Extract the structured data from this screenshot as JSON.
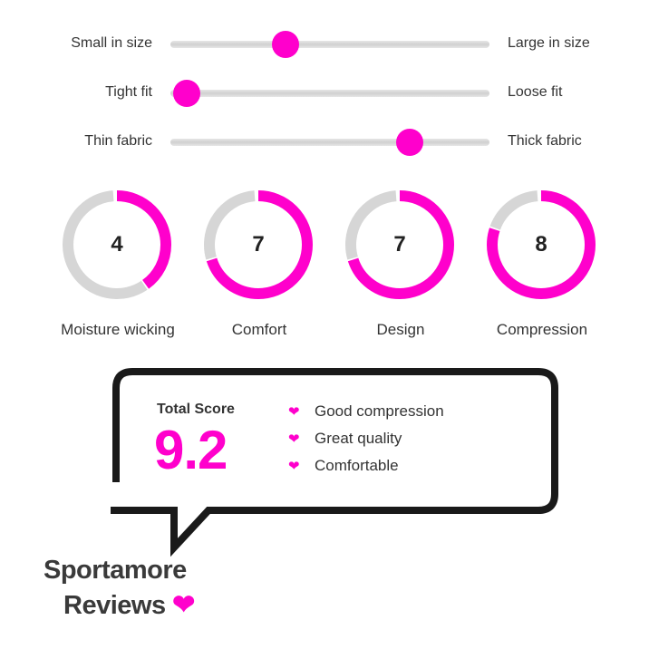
{
  "colors": {
    "accent": "#ff00cc",
    "track": "#d6d6d6",
    "outline": "#1a1a1a"
  },
  "sliders": [
    {
      "left": "Small in size",
      "right": "Large in size",
      "value": 0.36
    },
    {
      "left": "Tight fit",
      "right": "Loose fit",
      "value": 0.05
    },
    {
      "left": "Thin fabric",
      "right": "Thick fabric",
      "value": 0.75
    }
  ],
  "ratings": [
    {
      "label": "Moisture wicking",
      "score": "4",
      "max": 10
    },
    {
      "label": "Comfort",
      "score": "7",
      "max": 10
    },
    {
      "label": "Design",
      "score": "7",
      "max": 10
    },
    {
      "label": "Compression",
      "score": "8",
      "max": 10
    }
  ],
  "summary": {
    "title": "Total Score",
    "score": "9.2",
    "pros": [
      "Good compression",
      "Great quality",
      "Comfortable"
    ],
    "pro_icon": "heart-icon"
  },
  "brand": {
    "line1": "Sportamore",
    "line2": "Reviews",
    "icon": "heart-icon"
  }
}
